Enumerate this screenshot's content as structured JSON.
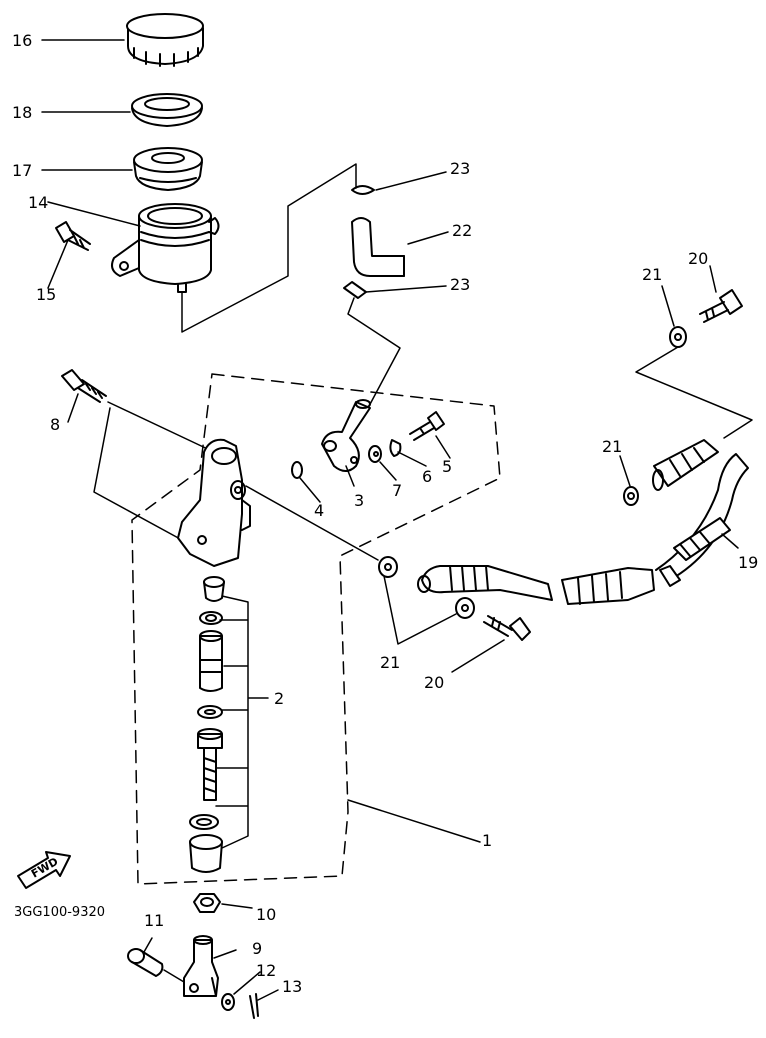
{
  "callouts": {
    "c1": "1",
    "c2": "2",
    "c3": "3",
    "c4": "4",
    "c5": "5",
    "c6": "6",
    "c7": "7",
    "c8": "8",
    "c9": "9",
    "c10": "10",
    "c11": "11",
    "c12": "12",
    "c13": "13",
    "c14": "14",
    "c15": "15",
    "c16": "16",
    "c17": "17",
    "c18": "18",
    "c19": "19",
    "c20a": "20",
    "c20b": "20",
    "c21a": "21",
    "c21b": "21",
    "c21c": "21",
    "c22": "22",
    "c23a": "23",
    "c23b": "23"
  },
  "diagram_code": "3GG100-9320",
  "fwd_label": "FWD"
}
